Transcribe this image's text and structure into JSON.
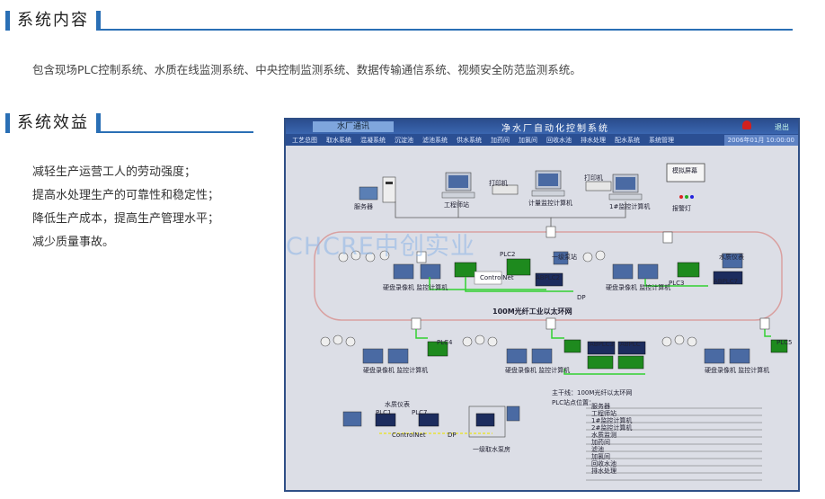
{
  "section1": {
    "title": "系统内容"
  },
  "intro_text": "包含现场PLC控制系统、水质在线监测系统、中央控制监测系统、数据传输通信系统、视频安全防范监测系统。",
  "section2": {
    "title": "系统效益"
  },
  "benefits": [
    "减轻生产运营工人的劳动强度；",
    "提高水处理生产的可靠性和稳定性；",
    "降低生产成本，提高生产管理水平；",
    "减少质量事故。"
  ],
  "watermark": "CHCRE中创实业",
  "scada": {
    "tab_label": "水厂通讯",
    "system_title": "净水厂自动化控制系统",
    "exit_label": "退出",
    "menu": [
      "工艺总图",
      "取水系统",
      "混凝系统",
      "沉淀池",
      "滤池系统",
      "供水系统",
      "加药间",
      "加氯间",
      "回收水池",
      "排水处理",
      "配水系统",
      "系统管理"
    ],
    "clock": "2006年01月 10:00:00",
    "labels": {
      "server": "服务器",
      "engineer_station": "工程师站",
      "printer": "打印机",
      "printer2": "打印机",
      "monitor_pc": "计量监控计算机",
      "monitor_pc2": "1#监控计算机",
      "big_screen": "模拟屏幕",
      "alarm_light": "报警灯",
      "ring_network": "100M光纤工业以太环网",
      "video_station": "硬盘录像机 监控计算机",
      "pump_station": "一级泵站",
      "controlnet": "ControlNet",
      "sensor": "水质仪表",
      "plc": "PLC",
      "plc1": "PLC1",
      "plc2": "PLC2",
      "plc3": "PLC3",
      "plc4": "PLC4",
      "plc5": "PLC5",
      "plc7": "PLC7",
      "ab_plc": "ABPLC",
      "ab_plc2": "ABPLC2",
      "ab_plc3": "ABPLC3",
      "ab_plc7": "ABPLC7",
      "dp": "DP",
      "main_line": "主干线：100M光纤以太环网",
      "plc_location": "PLC站点位置：",
      "intake": "一级取水泵房",
      "sensor2": "水质仪表"
    },
    "legend": [
      "服务器",
      "工程师站",
      "1#监控计算机",
      "2#监控计算机",
      "水质监测",
      "加药间",
      "滤池",
      "加氯间",
      "回收水池",
      "排水处理"
    ]
  }
}
